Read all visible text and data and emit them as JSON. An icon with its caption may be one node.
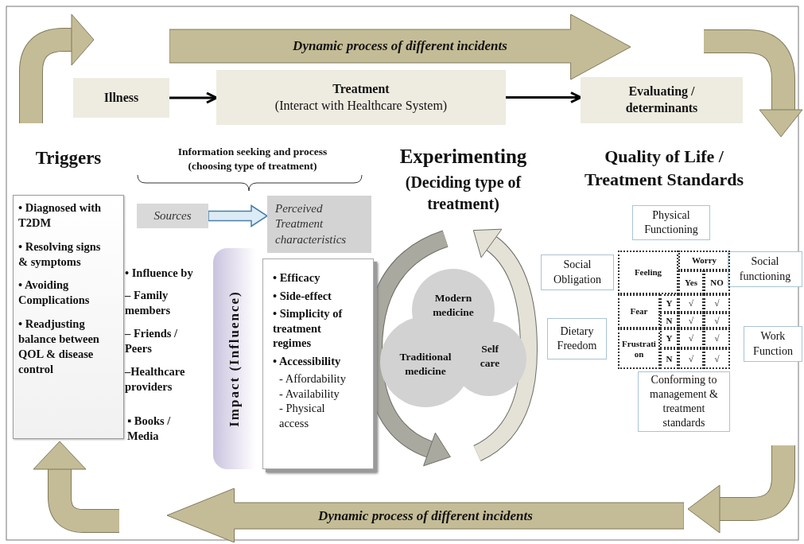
{
  "diagram": {
    "nodes": [
      {
        "text": [
          "Illness"
        ]
      },
      {
        "text": [
          "Treatment",
          "(Interact with Healthcare System)"
        ]
      },
      {
        "text": [
          "Evaluating / determinants"
        ]
      },
      {
        "text": [
          "Dynamic process of different incidents"
        ]
      },
      {
        "text": [
          "Dynamic process of different incidents"
        ]
      },
      {
        "text": [
          "Triggers",
          "• Diagnosed with T2DM",
          "• Resolving signs & symptoms",
          "• Avoiding Complications",
          "• Readjusting balance between QOL & disease control"
        ]
      },
      {
        "text": [
          "Sources"
        ]
      },
      {
        "text": [
          "Perceived Treatment characteristics"
        ]
      },
      {
        "text": [
          "Impact (Influence)"
        ]
      },
      {
        "text": [
          "• Efficacy",
          "• Side-effect",
          "• Simplicity of treatment regimes",
          "• Accessibility",
          "- Affordability",
          "- Availability",
          "- Physical access"
        ]
      },
      {
        "text": [
          "Modern medicine",
          "Traditional medicine",
          "Self care"
        ]
      },
      {
        "text": [
          "Physical Functioning"
        ]
      },
      {
        "text": [
          "Social Obligation"
        ]
      },
      {
        "text": [
          "Social functioning"
        ]
      },
      {
        "text": [
          "Dietary Freedom"
        ]
      },
      {
        "text": [
          "Work Function"
        ]
      },
      {
        "text": [
          "Conforming to management & treatment standards"
        ]
      }
    ],
    "edges": [
      {
        "from": 0,
        "to": 1,
        "arrow": "to"
      },
      {
        "from": 1,
        "to": 2,
        "arrow": "to"
      },
      {
        "from": 6,
        "to": 7,
        "arrow": "to",
        "color": "#4a7fa8"
      }
    ],
    "labels": [
      "Information seeking and process (choosing type of treatment)",
      "Experimenting",
      "(Deciding type of treatment)",
      "Quality of Life / Treatment Standards",
      "• Influence by",
      "– Family members",
      "– Friends / Peers",
      "–Healthcare providers",
      "▪ Books / Media",
      "Feeling",
      "Worry",
      "Yes",
      "NO",
      "Fear",
      "Y",
      "√",
      "√",
      "N",
      "√",
      "√",
      "Frustration",
      "Y",
      "√",
      "√",
      "N",
      "√",
      "√"
    ]
  }
}
